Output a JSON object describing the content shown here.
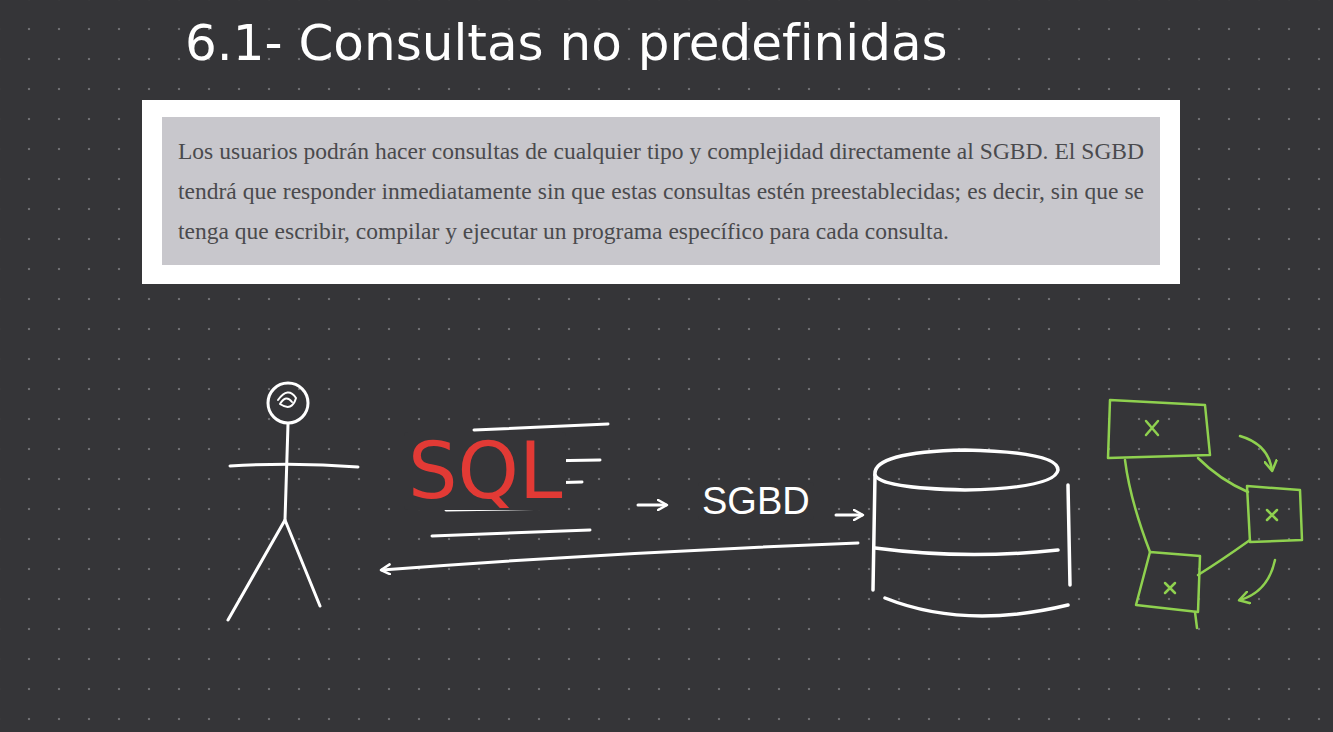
{
  "diagram": {
    "title": "6.1- Consultas no predefinidas",
    "nodes": [
      {
        "text": [
          "Los usuarios podrán hacer consultas de cualquier tipo y complejidad directamente al SGBD. El SGBD tendrá que responder inmediatamente sin que estas consultas estén preestablecidas; es decir, sin que se tenga que escribir, compilar y ejecutar un programa específico para cada consulta."
        ]
      }
    ],
    "labels": [
      "SQL",
      "SGBD"
    ]
  }
}
